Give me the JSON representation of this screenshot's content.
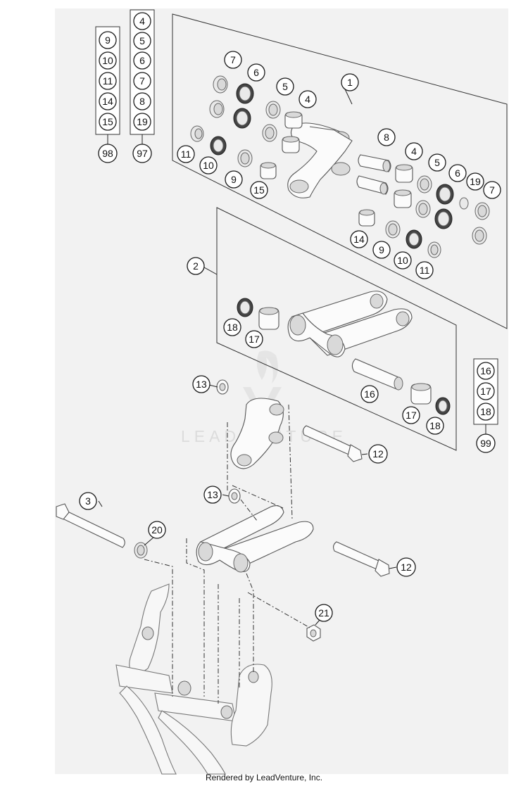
{
  "watermark": "LEADVENTURE",
  "footer": "Rendered by LeadVenture, Inc.",
  "kits": {
    "k98": {
      "number": "98",
      "members": [
        "9",
        "10",
        "11",
        "14",
        "15"
      ]
    },
    "k97": {
      "number": "97",
      "members": [
        "4",
        "5",
        "6",
        "7",
        "8",
        "19"
      ]
    },
    "k99": {
      "number": "99",
      "members": [
        "16",
        "17",
        "18"
      ]
    }
  },
  "callouts": {
    "c1": "1",
    "c2": "2",
    "c3": "3",
    "c4a": "4",
    "c5a": "5",
    "c6a": "6",
    "c7a": "7",
    "c8": "8",
    "c4b": "4",
    "c5b": "5",
    "c6b": "6",
    "c19": "19",
    "c7b": "7",
    "c11a": "11",
    "c10a": "10",
    "c9a": "9",
    "c15": "15",
    "c14": "14",
    "c9b": "9",
    "c10b": "10",
    "c11b": "11",
    "c18a": "18",
    "c17a": "17",
    "c16": "16",
    "c17b": "17",
    "c18b": "18",
    "c13a": "13",
    "c12a": "12",
    "c13b": "13",
    "c20": "20",
    "c12b": "12",
    "c21": "21"
  }
}
